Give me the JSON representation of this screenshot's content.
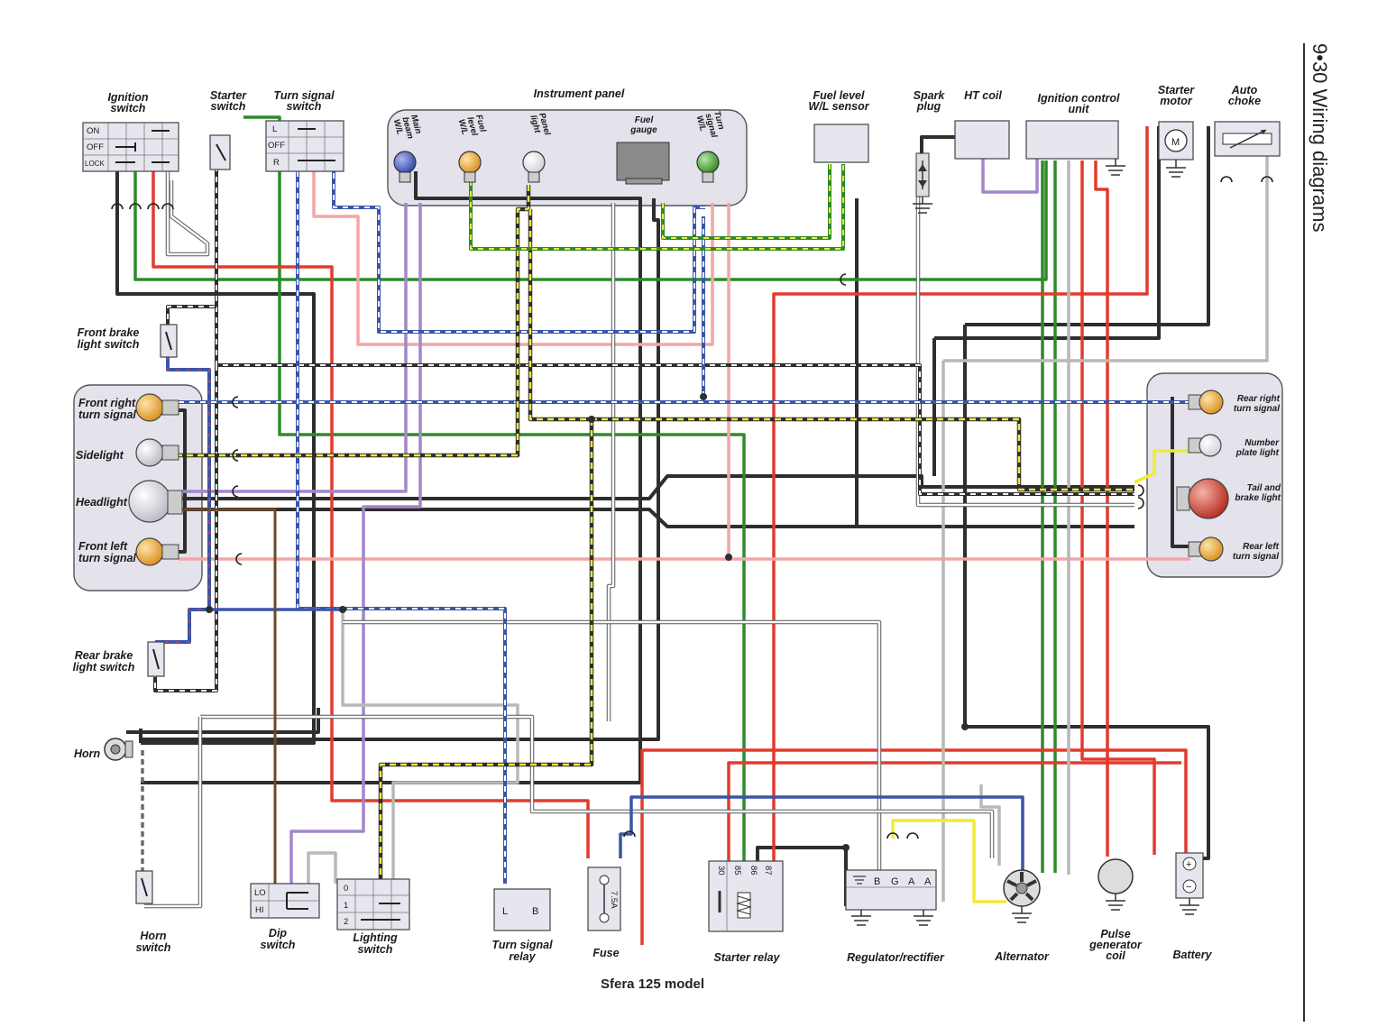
{
  "page": {
    "section_title": "9•30 Wiring diagrams",
    "model_caption": "Sfera 125 model"
  },
  "labels": {
    "ignition_switch": [
      "Ignition",
      "switch"
    ],
    "starter_switch": [
      "Starter",
      "switch"
    ],
    "turn_signal_switch": [
      "Turn signal",
      "switch"
    ],
    "instrument_panel": "Instrument panel",
    "fuel_level_sensor": [
      "Fuel level",
      "W/L sensor"
    ],
    "spark_plug": [
      "Spark",
      "plug"
    ],
    "ht_coil": "HT coil",
    "ignition_control_unit": [
      "Ignition control",
      "unit"
    ],
    "starter_motor": [
      "Starter",
      "motor"
    ],
    "auto_choke": [
      "Auto",
      "choke"
    ],
    "front_brake_light_switch": [
      "Front brake",
      "light switch"
    ],
    "front_right_turn_signal": [
      "Front right",
      "turn signal"
    ],
    "sidelight": "Sidelight",
    "headlight": "Headlight",
    "front_left_turn_signal": [
      "Front left",
      "turn signal"
    ],
    "rear_brake_light_switch": [
      "Rear brake",
      "light switch"
    ],
    "horn": "Horn",
    "horn_switch": [
      "Horn",
      "switch"
    ],
    "dip_switch": [
      "Dip",
      "switch"
    ],
    "lighting_switch": [
      "Lighting",
      "switch"
    ],
    "turn_signal_relay": [
      "Turn signal",
      "relay"
    ],
    "fuse": "Fuse",
    "starter_relay": "Starter relay",
    "regulator_rectifier": "Regulator/rectifier",
    "alternator": "Alternator",
    "pulse_generator_coil": [
      "Pulse",
      "generator",
      "coil"
    ],
    "battery": "Battery",
    "rear_right_turn_signal": [
      "Rear right",
      "turn signal"
    ],
    "number_plate_light": [
      "Number",
      "plate light"
    ],
    "tail_and_brake_light": [
      "Tail and",
      "brake light"
    ],
    "rear_left_turn_signal": [
      "Rear left",
      "turn signal"
    ]
  },
  "instrument_lamps": {
    "main_beam": [
      "Main",
      "beam",
      "W/L"
    ],
    "fuel_level": [
      "Fuel",
      "level",
      "W/L"
    ],
    "panel_light": [
      "Panel",
      "light"
    ],
    "fuel_gauge": [
      "Fuel",
      "gauge"
    ],
    "turn_signal": [
      "Turn",
      "signal",
      "W/L"
    ]
  },
  "switch_positions": {
    "ignition": [
      "ON",
      "OFF",
      "LOCK"
    ],
    "turn_signal": [
      "L",
      "OFF",
      "R"
    ],
    "dip": [
      "LO",
      "HI"
    ],
    "lighting": [
      "0",
      "1",
      "2"
    ]
  },
  "terminals": {
    "turn_signal_relay": [
      "L",
      "B"
    ],
    "fuse_rating": "7.5A",
    "starter_relay": [
      "30",
      "85",
      "86",
      "87"
    ],
    "regulator": [
      "B",
      "G",
      "A",
      "A"
    ],
    "starter_motor": "M",
    "battery": [
      "+",
      "−"
    ]
  },
  "colors": {
    "black": "#2e2e2e",
    "green": "#2f8a2a",
    "red": "#e23b2e",
    "blue": "#3a55a8",
    "violet": "#a386cc",
    "pink": "#f4a6a6",
    "yellow": "#f0ea3a",
    "grey": "#b8b8b8",
    "white": "#ffffff",
    "brown": "#6b4a26",
    "lamp_amber": "#e5a233",
    "lamp_blue": "#4a5fc0",
    "lamp_green": "#3f9e30",
    "lamp_red": "#c43226",
    "panel_fill": "#e4e3ec"
  }
}
